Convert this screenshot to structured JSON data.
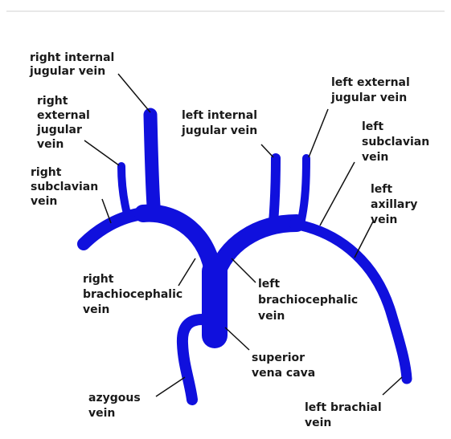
{
  "colors": {
    "vein": "#1010dd",
    "background": "#ffffff",
    "text": "#1a1a1a"
  },
  "labels": {
    "right_internal_jugular": [
      "right internal",
      "jugular vein"
    ],
    "right_external_jugular": [
      "right",
      "external",
      "jugular",
      "vein"
    ],
    "right_subclavian": [
      "right",
      "subclavian",
      "vein"
    ],
    "left_internal_jugular": [
      "left internal",
      "jugular vein"
    ],
    "left_external_jugular": [
      "left external",
      "jugular vein"
    ],
    "left_subclavian": [
      "left",
      "subclavian",
      "vein"
    ],
    "left_axillary": [
      "left",
      "axillary",
      "vein"
    ],
    "right_brachiocephalic": [
      "right",
      "brachiocephalic",
      "vein"
    ],
    "left_brachiocephalic": [
      "left",
      "brachiocephalic",
      "vein"
    ],
    "superior_vena_cava": [
      "superior",
      "vena cava"
    ],
    "azygous": [
      "azygous",
      "vein"
    ],
    "left_brachial": [
      "left brachial",
      "vein"
    ]
  }
}
